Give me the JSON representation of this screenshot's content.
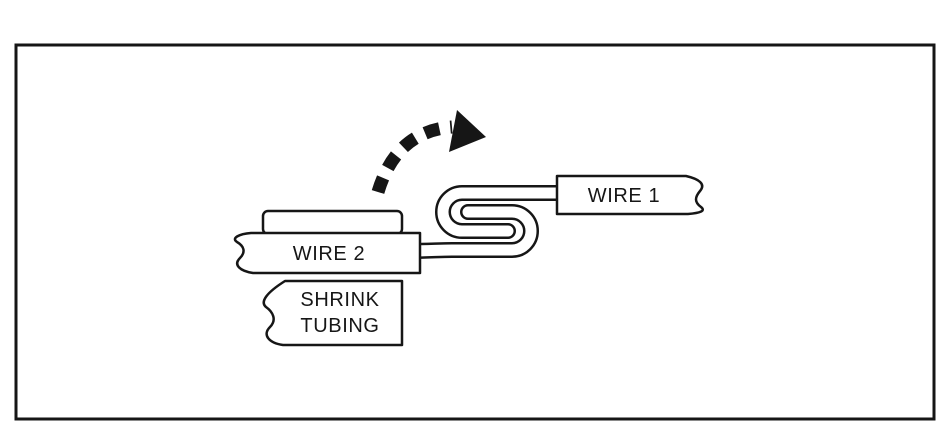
{
  "figure": {
    "type": "wire-splice-instruction-diagram",
    "labels": {
      "wire1": "WIRE 1",
      "wire2": "WIRE 2",
      "shrink_tubing_line1": "SHRINK",
      "shrink_tubing_line2": "TUBING"
    },
    "icons": [
      "curved-dashed-motion-arrow-icon"
    ],
    "colors": {
      "line": "#161616",
      "background": "#ffffff"
    }
  }
}
